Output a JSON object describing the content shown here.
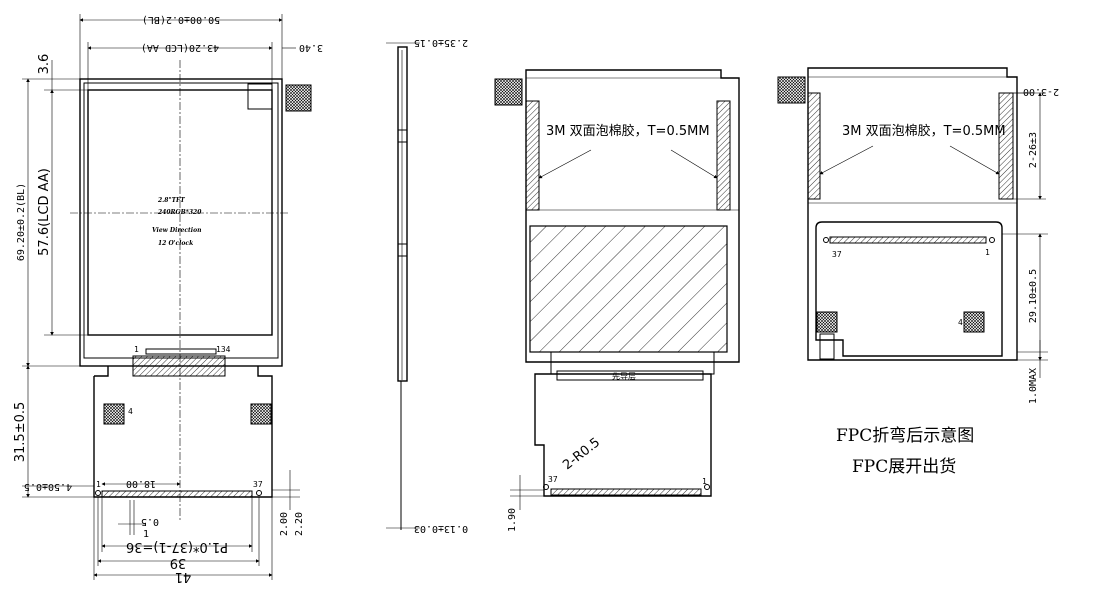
{
  "front_view": {
    "bl_width": "50.00±0.2(BL)",
    "lcd_aa_width": "43.20(LCD AA)",
    "right_gap": "3.40",
    "top_gap": "3.6",
    "bl_height": "69.20±0.2(BL)",
    "lcd_aa_height": "57.6(LCD AA)",
    "fpc_length": "31.5±0.5",
    "fpc_margin": "4.50±0.5",
    "pin_span": "18.00",
    "pin_width": "0.5",
    "pin_step": "1",
    "pitch_formula": "P1.0*(37-1)=36",
    "fpc_inner_width": "39",
    "fpc_width": "41",
    "pin_height_1": "2.00",
    "pin_height_2": "2.20",
    "panel_label_size": "2.8\"TFT",
    "panel_label_res": "240RGB*320",
    "panel_label_view": "View Direction",
    "panel_label_clock": "12 O'clock",
    "pin_first": "1",
    "pin_last": "134",
    "fpc_pin_1": "1",
    "fpc_pin_37": "37",
    "fpc_pad_4": "4"
  },
  "side_view": {
    "thickness": "2.35±0.15",
    "fpc_thickness": "0.13±0.03"
  },
  "rear_view": {
    "tape_note": "3M 双面泡棉胶，T=0.5MM",
    "radius": "2-R0.5",
    "fpc_marking": "先导层",
    "pin_first": "1",
    "pin_last": "37",
    "bottom_gap": "1.90"
  },
  "bent_view": {
    "tape_note": "3M 双面泡棉胶，T=0.5MM",
    "tape_width": "2-3.00",
    "tape_length": "2-26±3",
    "bend_height": "29.10±0.5",
    "max_gap": "1.0MAX",
    "pin_37": "37",
    "pin_1": "1",
    "pad_4": "4"
  },
  "captions": {
    "after_bend": "FPC折弯后示意图",
    "shipped_flat": "FPC展开出货"
  }
}
